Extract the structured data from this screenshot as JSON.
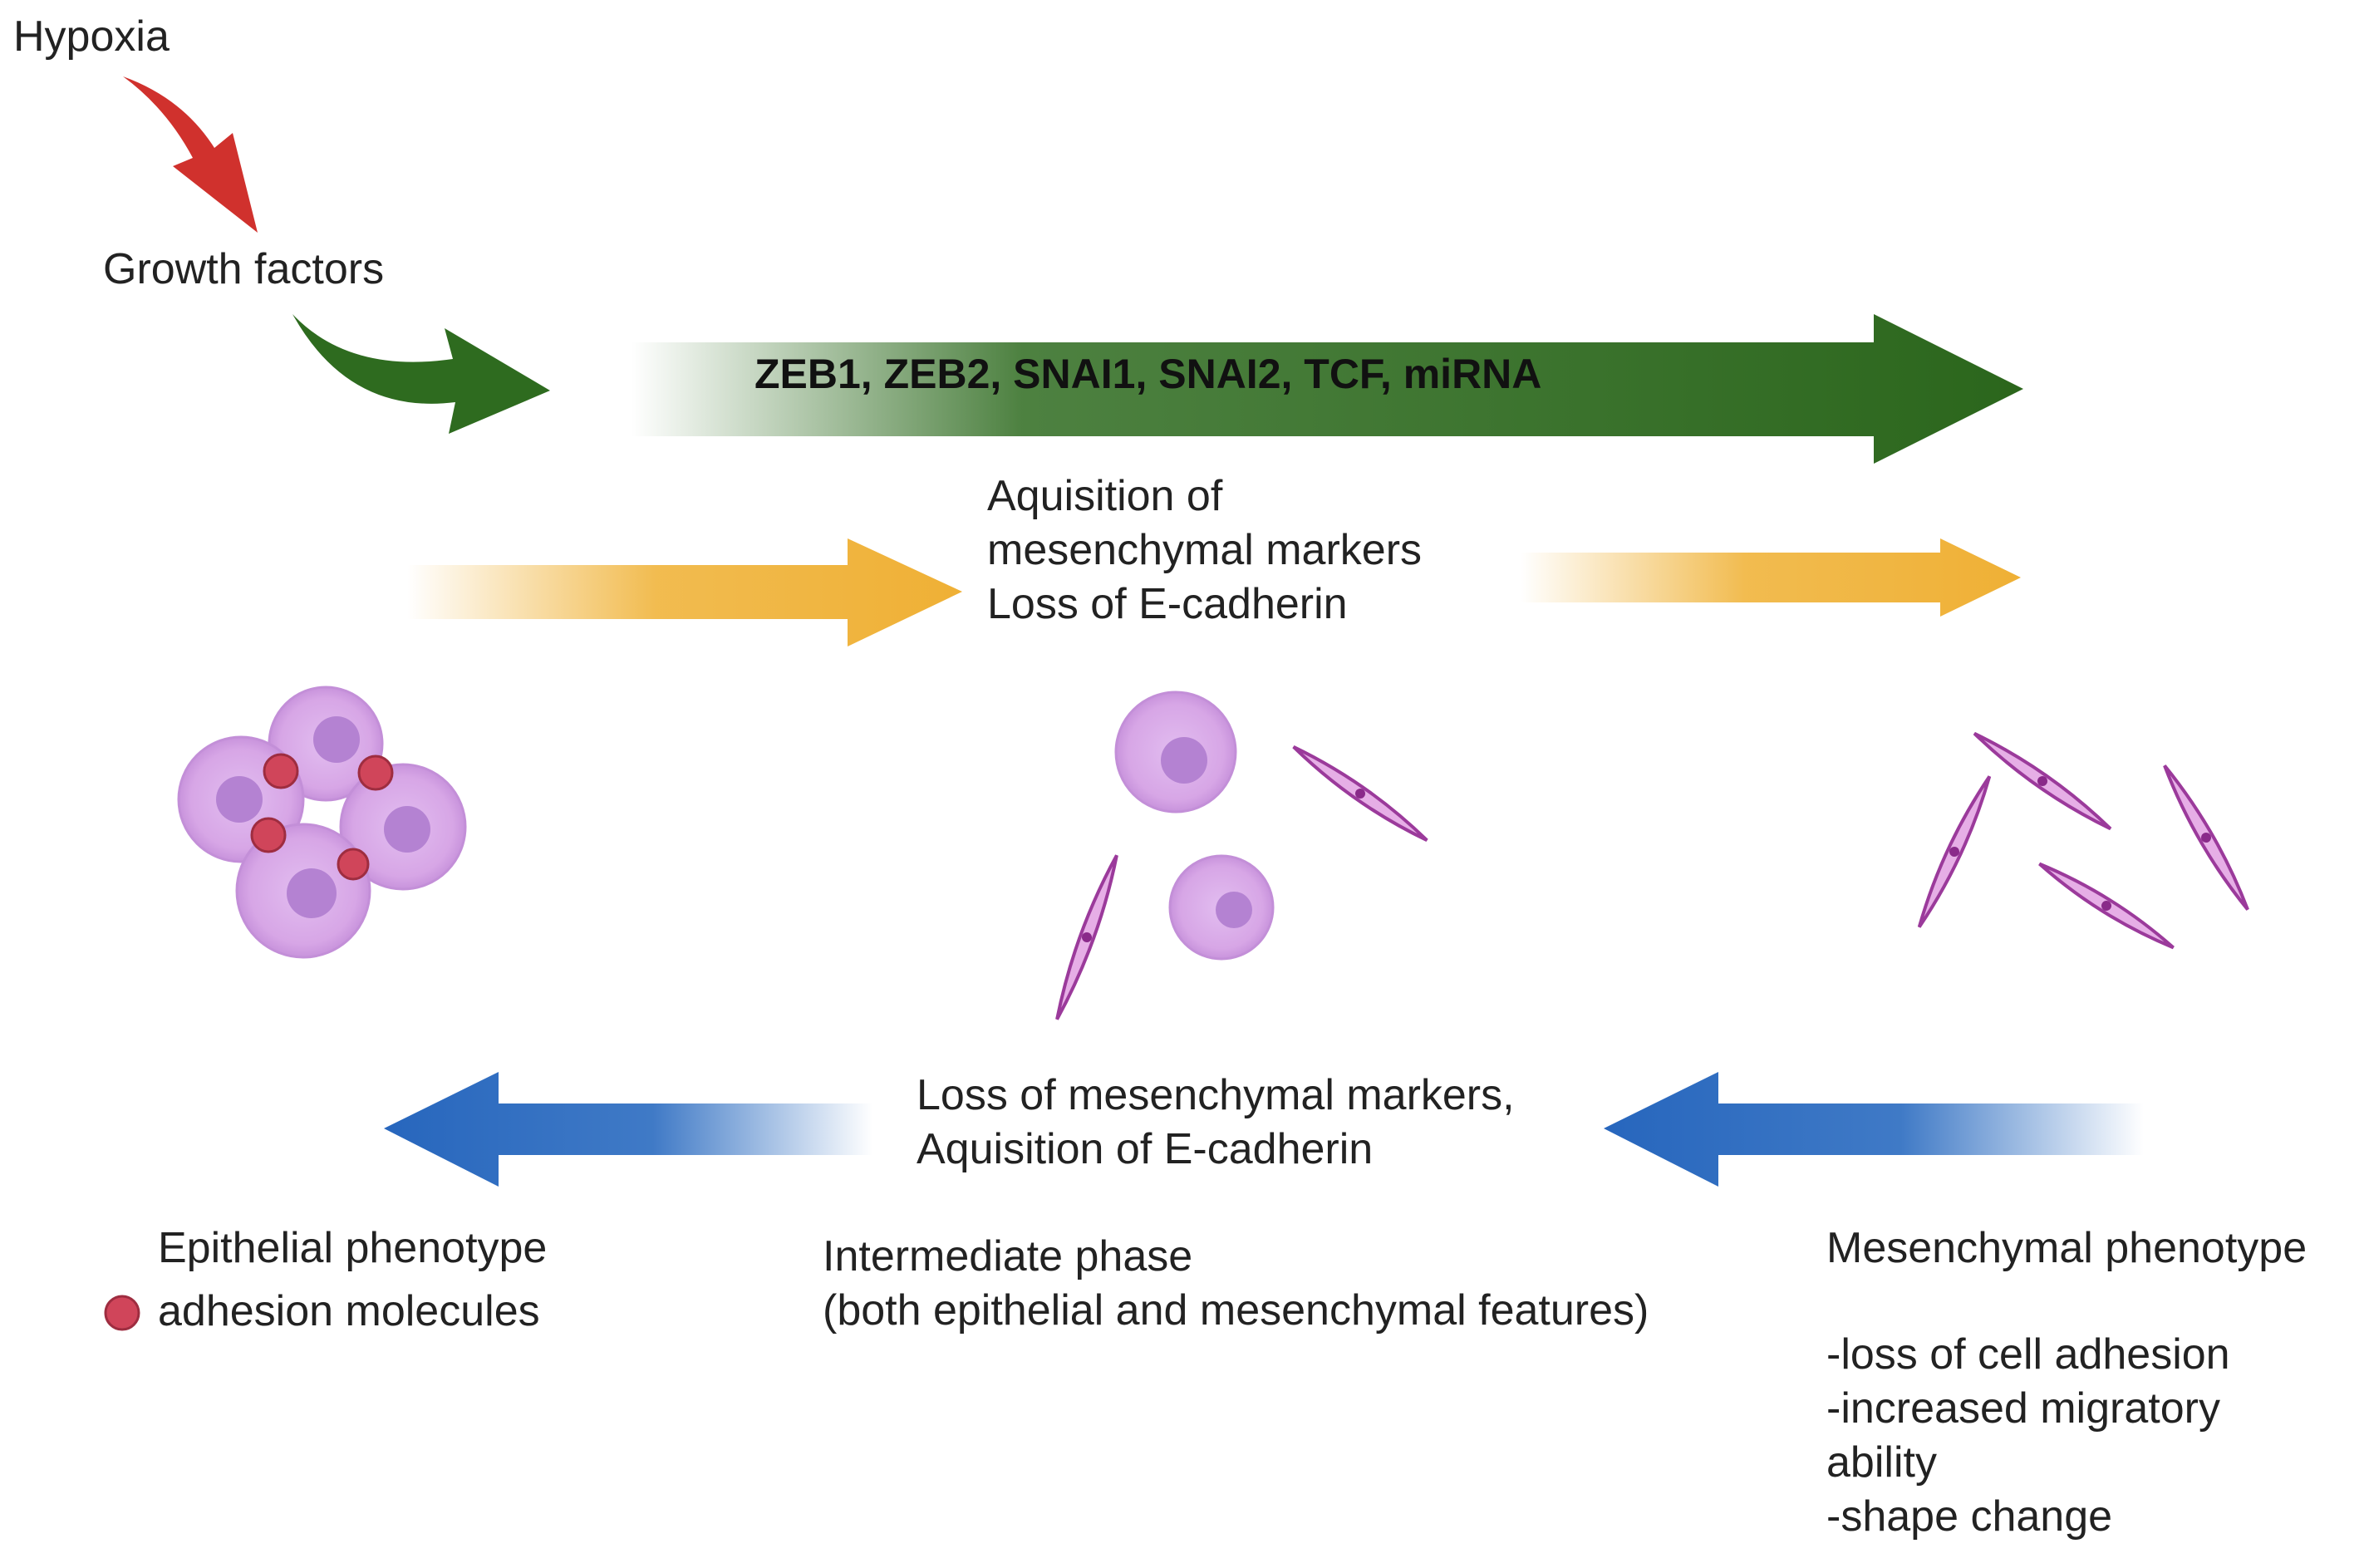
{
  "labels": {
    "hypoxia": "Hypoxia",
    "growth_factors": "Growth factors",
    "transcription_factors": "ZEB1, ZEB2, SNAI1, SNAI2, TCF, miRNA",
    "emt_change": [
      "Aquisition of",
      "mesenchymal markers",
      "Loss of E-cadherin"
    ],
    "met_change": [
      "Loss of mesenchymal markers,",
      "Aquisition of E-cadherin"
    ],
    "epithelial": "Epithelial phenotype",
    "adhesion_legend": "adhesion molecules",
    "intermediate": [
      "Intermediate phase",
      "(both epithelial and mesenchymal features)"
    ],
    "mesenchymal": "Mesenchymal phenotype",
    "mesenchymal_features": [
      "-loss of cell adhesion",
      "-increased migratory",
      "ability",
      "-shape change"
    ]
  },
  "colors": {
    "hypoxia_arrow": "#d0312d",
    "green_arrow": "#2e6b1f",
    "orange_arrow": "#f0b43c",
    "blue_arrow": "#2a6bc0",
    "cell_fill": "#d7a6e6",
    "cell_nucleus": "#b27fd0",
    "spindle_fill": "#e6aee6",
    "spindle_stroke": "#9b3a9b",
    "adhesion_molecule": "#d0455a"
  },
  "icons": [
    "curved-red-arrow",
    "curved-green-arrow",
    "round-epithelial-cell",
    "spindle-mesenchymal-cell",
    "adhesion-molecule-dot"
  ]
}
